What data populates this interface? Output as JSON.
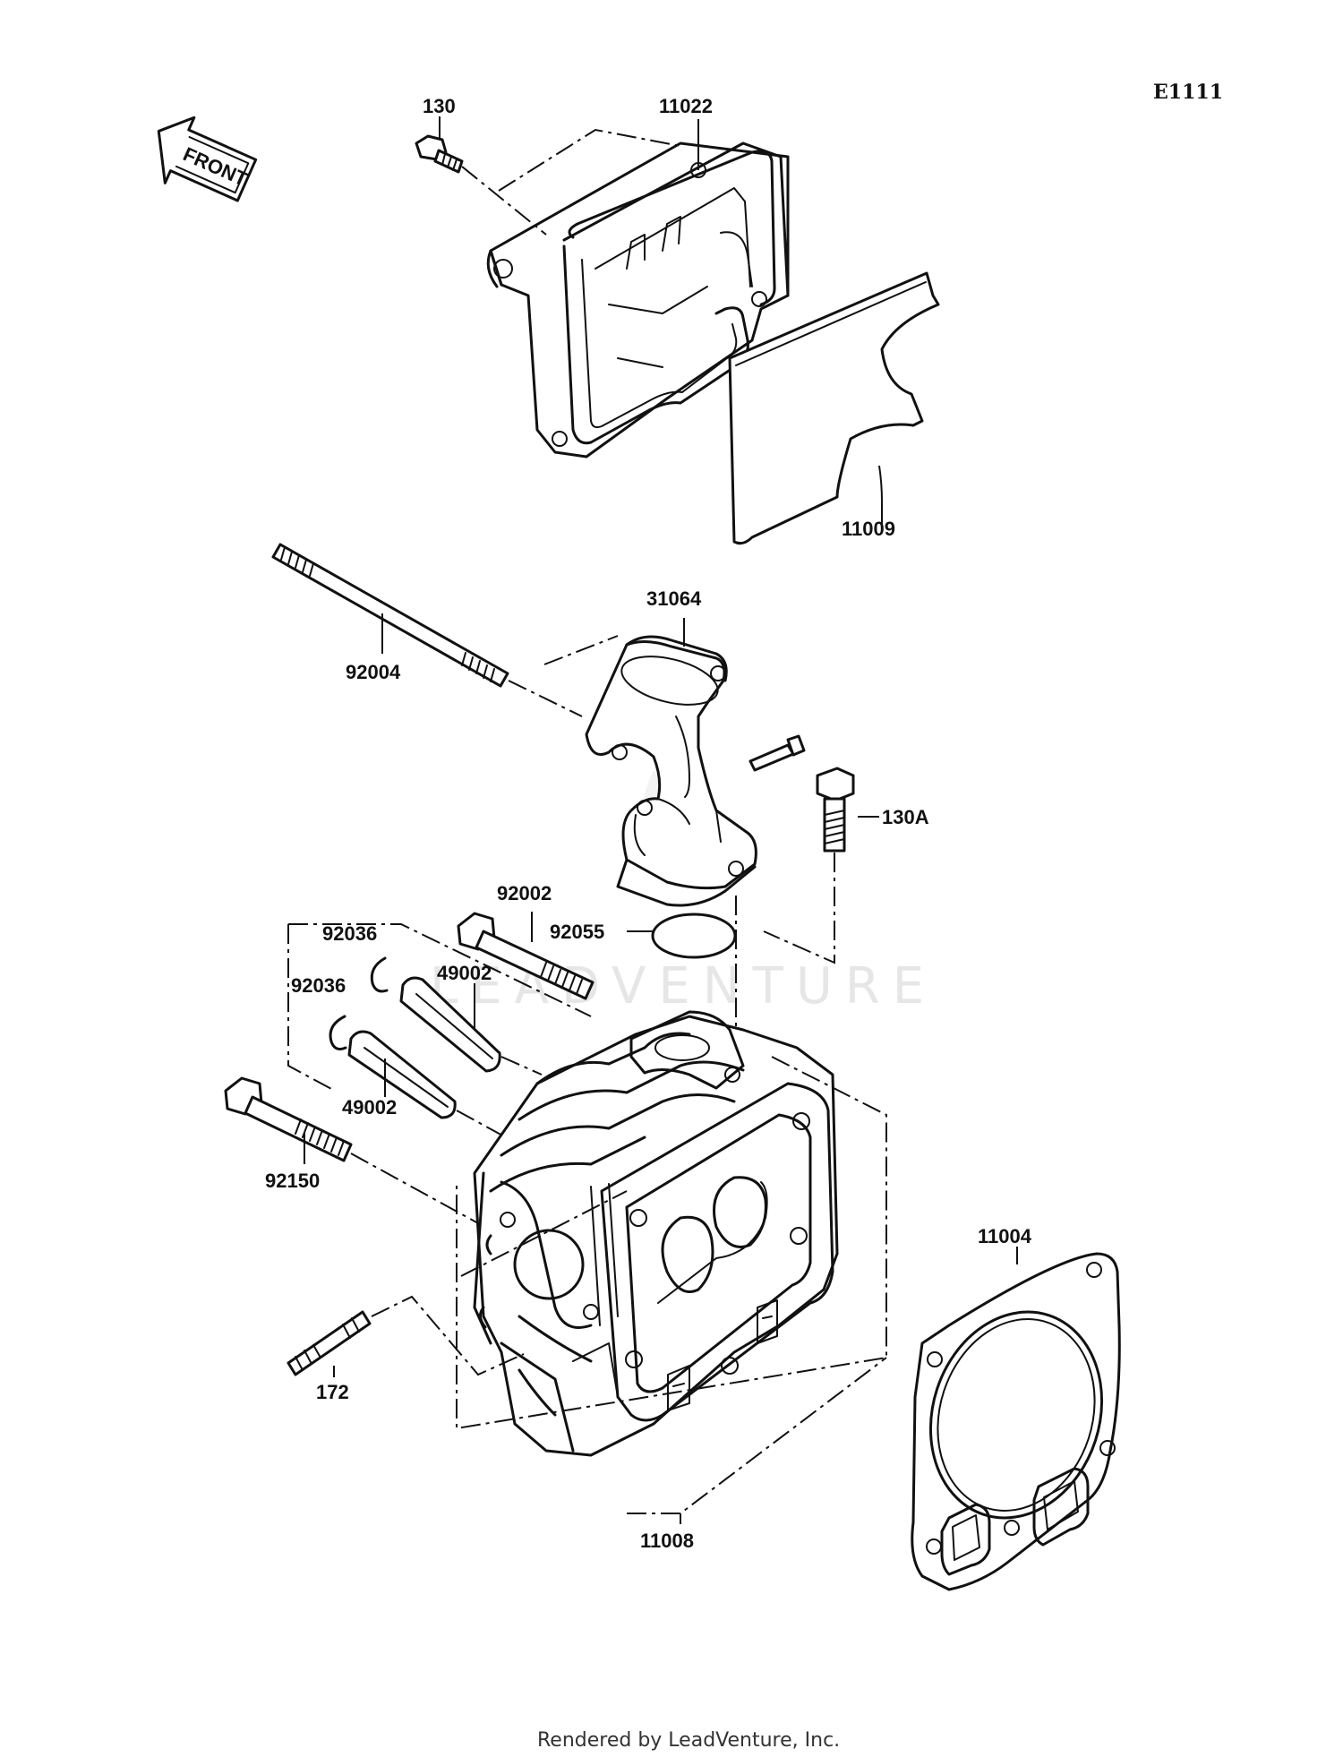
{
  "diagram_code": "E1111",
  "front_label": "FRONT",
  "watermark": "LEADVENTURE",
  "footer": "Rendered by LeadVenture, Inc.",
  "parts": {
    "bolt_130": "130",
    "cover_11022": "11022",
    "gasket_11009": "11009",
    "stud_92004": "92004",
    "pipe_31064": "31064",
    "bolt_130A": "130A",
    "bolt_92002": "92002",
    "oring_92055": "92055",
    "clip_92036_a": "92036",
    "clip_92036_b": "92036",
    "guide_49002_a": "49002",
    "guide_49002_b": "49002",
    "bolt_92150": "92150",
    "gasket_11004": "11004",
    "stud_172": "172",
    "head_11008": "11008"
  }
}
